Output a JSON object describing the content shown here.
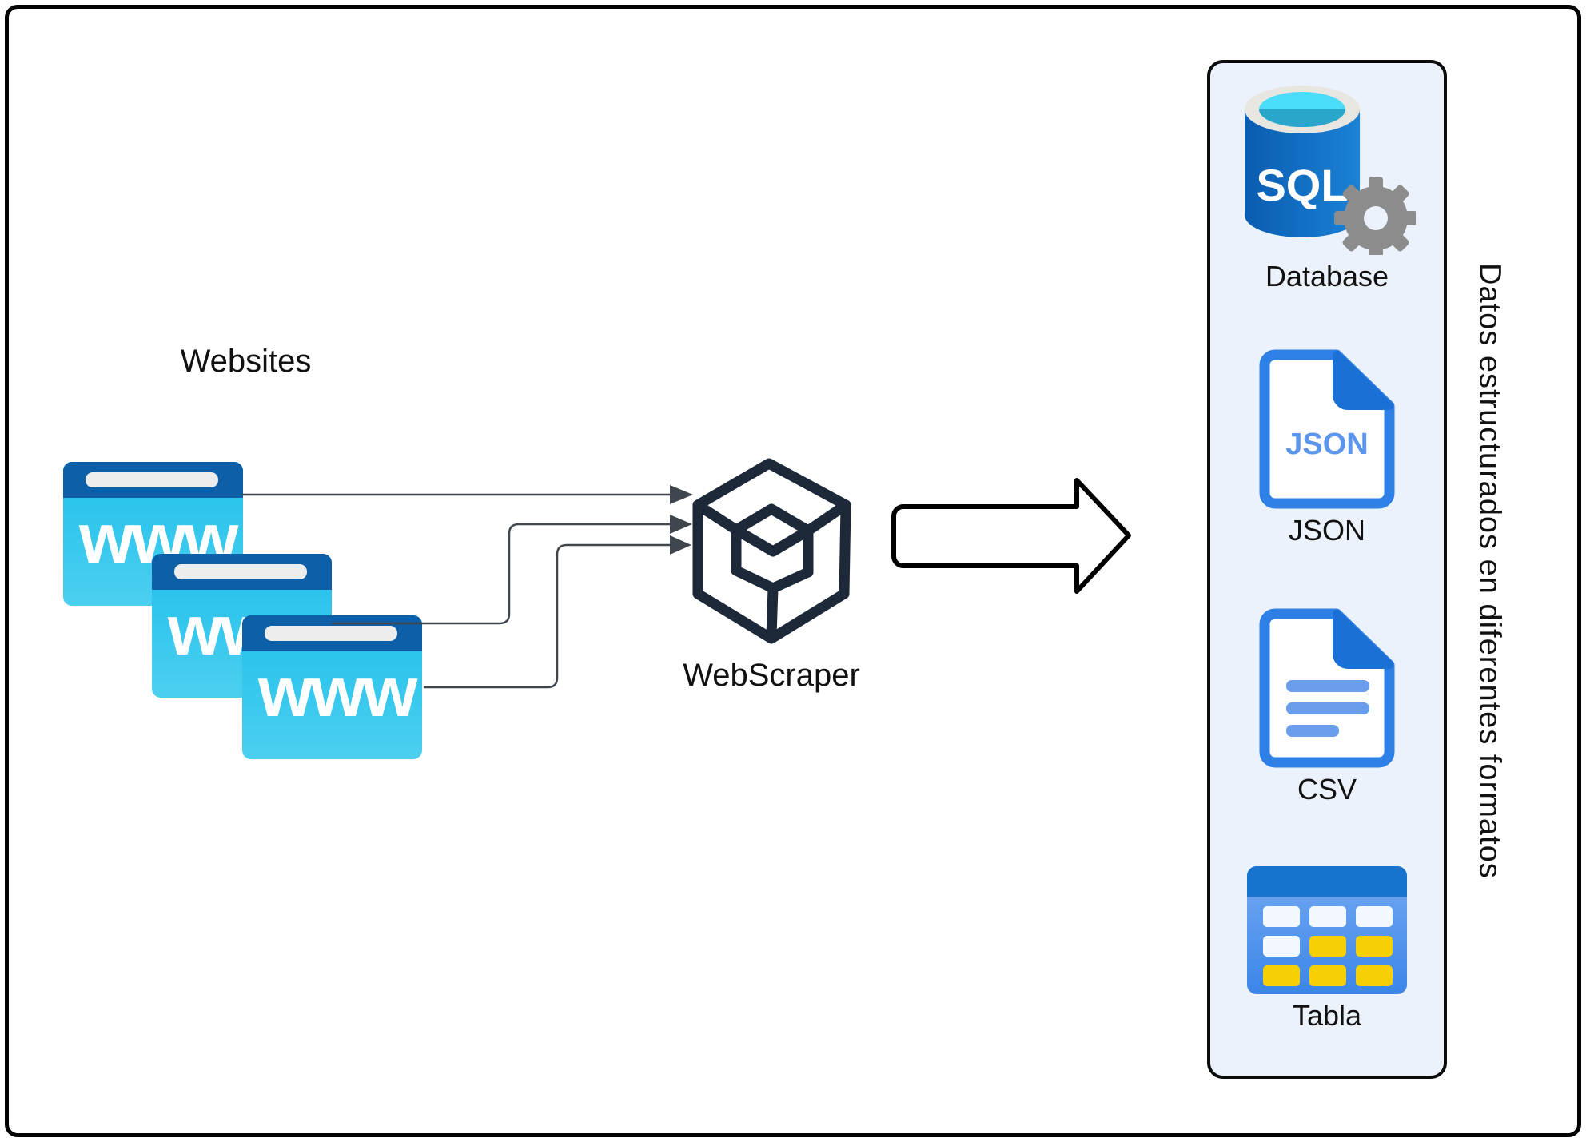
{
  "diagram": {
    "websites": {
      "group_label": "Websites",
      "window_text": "www"
    },
    "scraper": {
      "label": "WebScraper"
    },
    "outputs_panel": {
      "items": [
        {
          "label": "Database",
          "icon": "sql-database-icon",
          "icon_text": "SQL"
        },
        {
          "label": "JSON",
          "icon": "json-file-icon",
          "icon_text": "JSON"
        },
        {
          "label": "CSV",
          "icon": "csv-file-icon"
        },
        {
          "label": "Tabla",
          "icon": "table-icon"
        }
      ],
      "side_label": "Datos estructurados en diferentes formatos"
    },
    "colors": {
      "window_header": "#0d5fa8",
      "window_body_top": "#1fc0ec",
      "window_body_bottom": "#4ccfef",
      "address_bar": "#ededed",
      "connector": "#40464e",
      "cube_stroke": "#1d2939",
      "panel_bg": "#ecf2fb",
      "file_blue": "#2e80e6",
      "fold_blue": "#1b70d6",
      "file_text_blue": "#5c95ec",
      "bar_blue": "#6b9ded",
      "table_header": "#1873cf",
      "cell_yellow": "#f6cf04",
      "gear_gray": "#8c8c8c"
    }
  }
}
